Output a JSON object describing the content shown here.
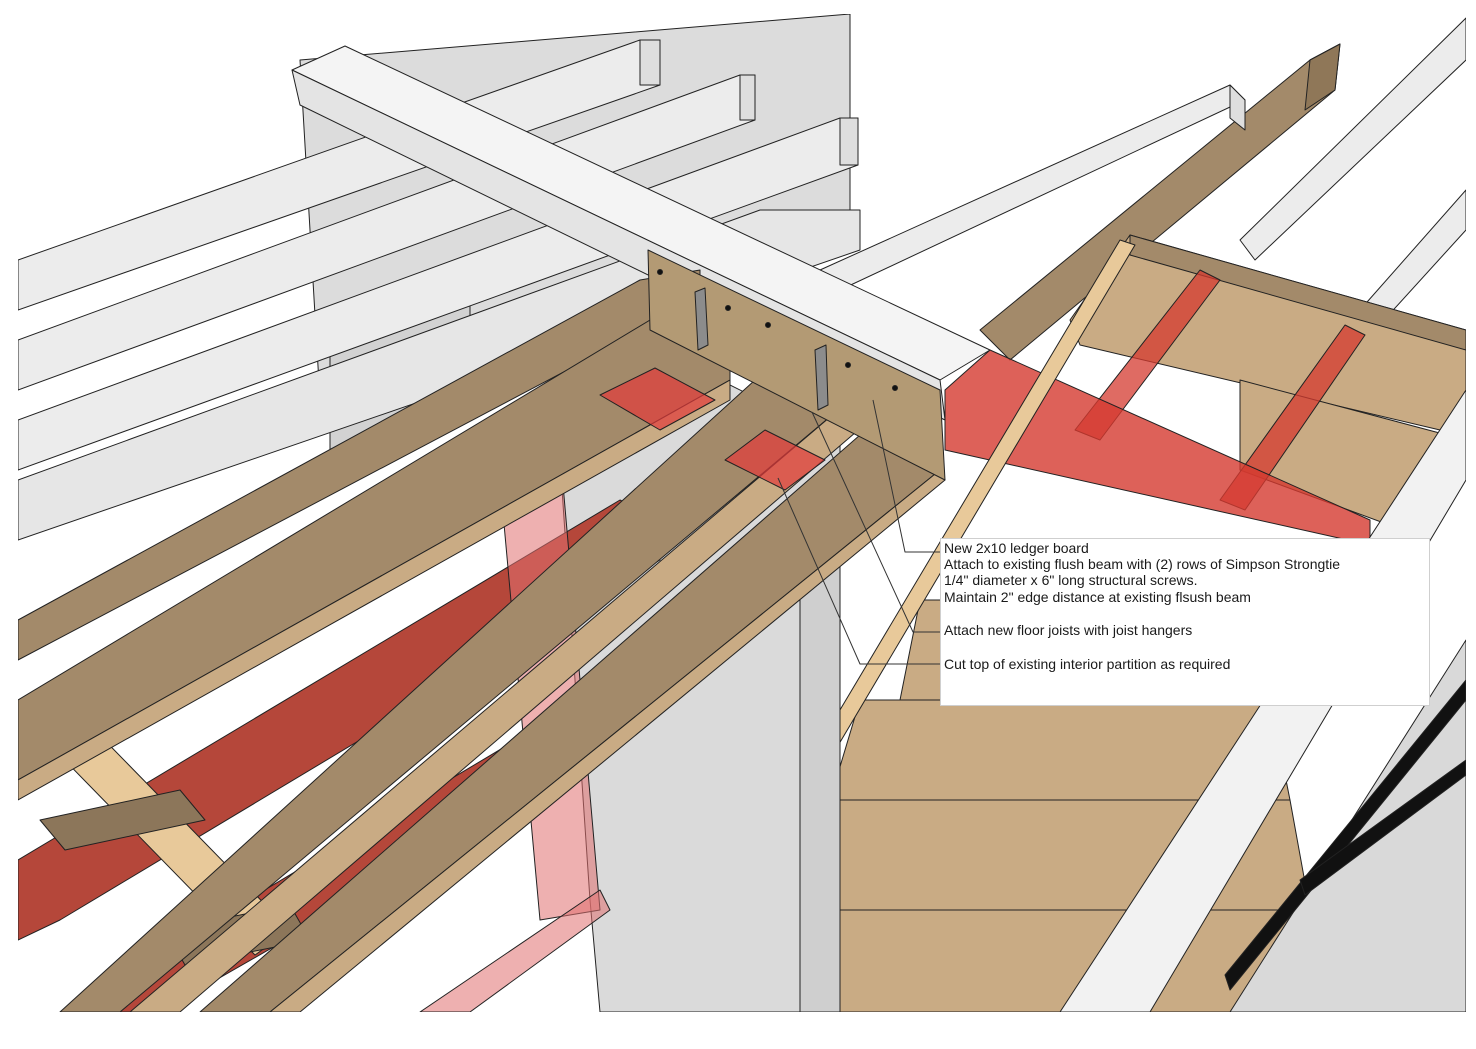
{
  "annotations": [
    {
      "lines": [
        "New 2x10 ledger board",
        "Attach to existing flush beam with (2) rows of Simpson Strongtie",
        "1/4\" diameter x 6\" long structural screws.",
        "Maintain 2\" edge distance at existing flsush beam"
      ]
    },
    {
      "lines": [
        "Attach new floor joists with joist hangers"
      ]
    },
    {
      "lines": [
        "Cut top of existing interior partition as required"
      ]
    }
  ],
  "colors": {
    "wood": "#a38a6a",
    "light_wood": "#c9ab84",
    "pale_wood": "#e8c99a",
    "white_lumber": "#ececec",
    "demolition_red": "#c0392b",
    "hanger_metal": "#8c8c8c",
    "outline": "#222222"
  }
}
